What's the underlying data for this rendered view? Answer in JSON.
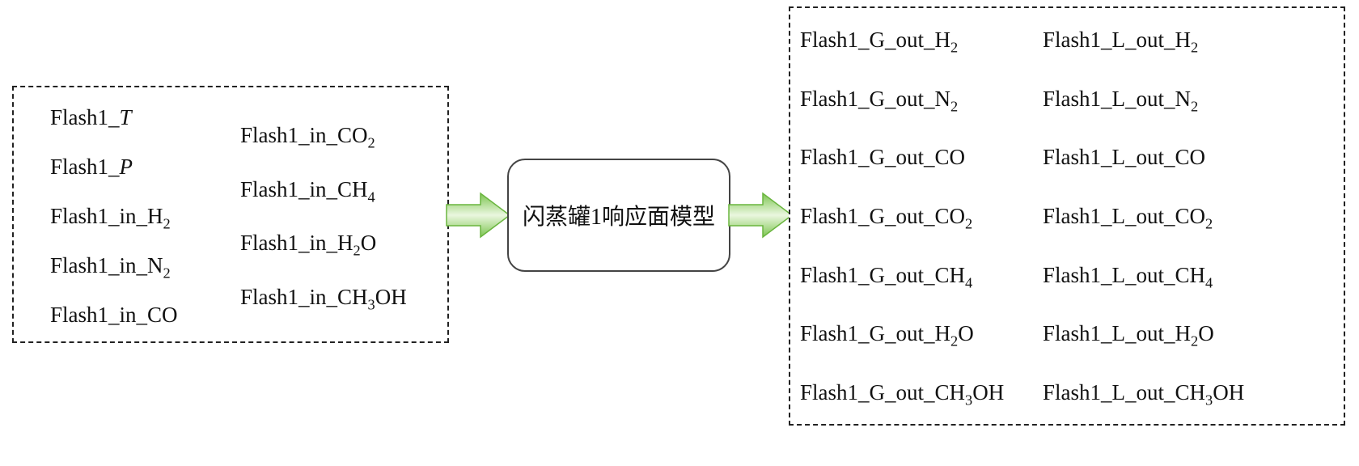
{
  "diagram": {
    "center_box": {
      "label": "闪蒸罐1响应面模型"
    },
    "arrow": {
      "colors": {
        "edge": "#7dc551",
        "mid": "#eaf7df",
        "outline": "#6ab53f"
      }
    },
    "input_box": {
      "col1": [
        {
          "parts": [
            {
              "t": "Flash1_"
            },
            {
              "t": "T",
              "italic": true
            }
          ]
        },
        {
          "parts": [
            {
              "t": "Flash1_"
            },
            {
              "t": "P",
              "italic": true
            }
          ]
        },
        {
          "parts": [
            {
              "t": "Flash1_in_H"
            },
            {
              "t": "2",
              "sub": true
            }
          ]
        },
        {
          "parts": [
            {
              "t": "Flash1_in_N"
            },
            {
              "t": "2",
              "sub": true
            }
          ]
        },
        {
          "parts": [
            {
              "t": "Flash1_in_CO"
            }
          ]
        }
      ],
      "col2": [
        {
          "parts": [
            {
              "t": "Flash1_in_CO"
            },
            {
              "t": "2",
              "sub": true
            }
          ]
        },
        {
          "parts": [
            {
              "t": "Flash1_in_CH"
            },
            {
              "t": "4",
              "sub": true
            }
          ]
        },
        {
          "parts": [
            {
              "t": "Flash1_in_H"
            },
            {
              "t": "2",
              "sub": true
            },
            {
              "t": "O"
            }
          ]
        },
        {
          "parts": [
            {
              "t": "Flash1_in_CH"
            },
            {
              "t": "3",
              "sub": true
            },
            {
              "t": "OH"
            }
          ]
        }
      ]
    },
    "output_box": {
      "col1": [
        {
          "parts": [
            {
              "t": "Flash1_G_out_H"
            },
            {
              "t": "2",
              "sub": true
            }
          ]
        },
        {
          "parts": [
            {
              "t": "Flash1_G_out_N"
            },
            {
              "t": "2",
              "sub": true
            }
          ]
        },
        {
          "parts": [
            {
              "t": "Flash1_G_out_CO"
            }
          ]
        },
        {
          "parts": [
            {
              "t": "Flash1_G_out_CO"
            },
            {
              "t": "2",
              "sub": true
            }
          ]
        },
        {
          "parts": [
            {
              "t": "Flash1_G_out_CH"
            },
            {
              "t": "4",
              "sub": true
            }
          ]
        },
        {
          "parts": [
            {
              "t": "Flash1_G_out_H"
            },
            {
              "t": "2",
              "sub": true
            },
            {
              "t": "O"
            }
          ]
        },
        {
          "parts": [
            {
              "t": "Flash1_G_out_CH"
            },
            {
              "t": "3",
              "sub": true
            },
            {
              "t": "OH"
            }
          ]
        }
      ],
      "col2": [
        {
          "parts": [
            {
              "t": "Flash1_L_out_H"
            },
            {
              "t": "2",
              "sub": true
            }
          ]
        },
        {
          "parts": [
            {
              "t": "Flash1_L_out_N"
            },
            {
              "t": "2",
              "sub": true
            }
          ]
        },
        {
          "parts": [
            {
              "t": "Flash1_L_out_CO"
            }
          ]
        },
        {
          "parts": [
            {
              "t": "Flash1_L_out_CO"
            },
            {
              "t": "2",
              "sub": true
            }
          ]
        },
        {
          "parts": [
            {
              "t": "Flash1_L_out_CH"
            },
            {
              "t": "4",
              "sub": true
            }
          ]
        },
        {
          "parts": [
            {
              "t": "Flash1_L_out_H"
            },
            {
              "t": "2",
              "sub": true
            },
            {
              "t": "O"
            }
          ]
        },
        {
          "parts": [
            {
              "t": "Flash1_L_out_CH"
            },
            {
              "t": "3",
              "sub": true
            },
            {
              "t": "OH"
            }
          ]
        }
      ]
    }
  }
}
